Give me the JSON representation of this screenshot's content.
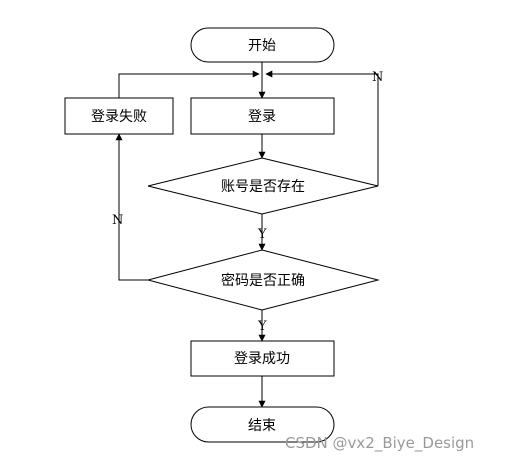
{
  "flowchart": {
    "start": "开始",
    "login": "登录",
    "login_failed": "登录失败",
    "account_exists": "账号是否存在",
    "password_correct": "密码是否正确",
    "login_success": "登录成功",
    "end": "结束",
    "yes_label": "Y",
    "no_label": "N"
  },
  "watermark": "CSDN @vx2_Biye_Design"
}
